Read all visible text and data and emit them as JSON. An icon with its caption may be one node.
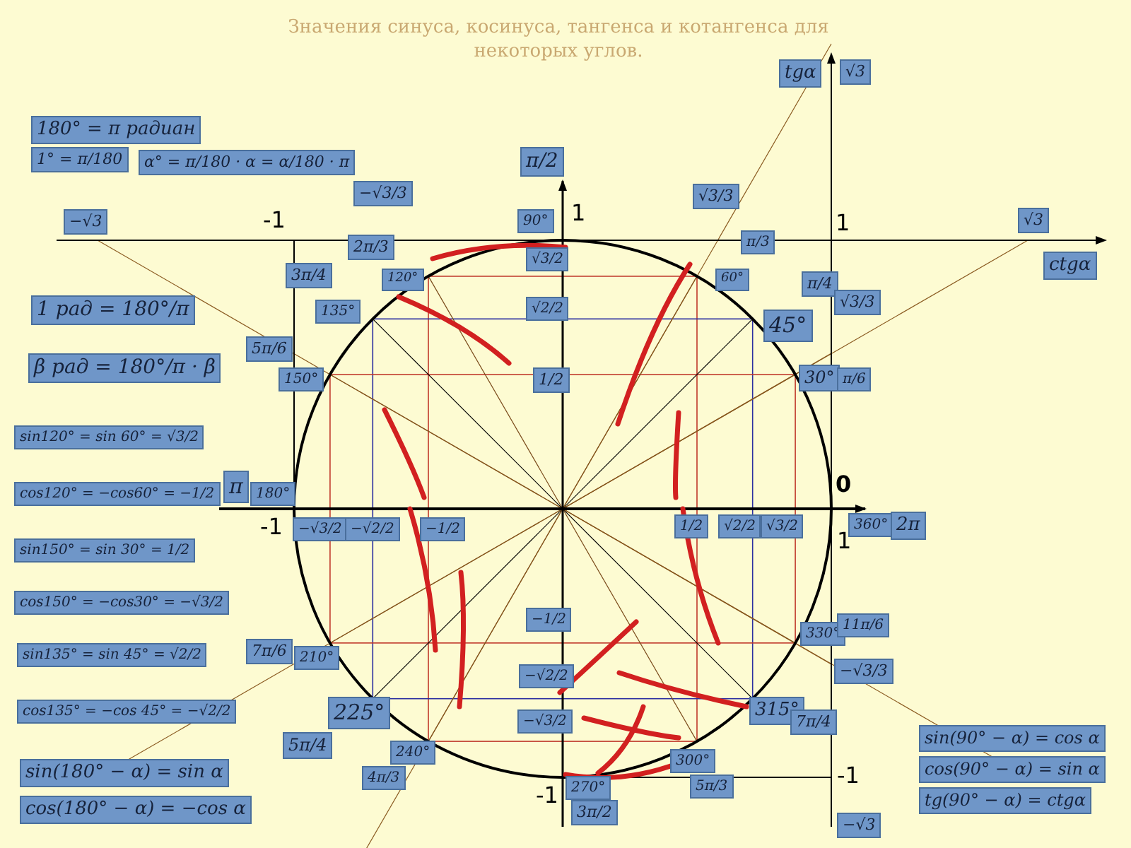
{
  "diagram": {
    "title": "Значения синуса, косинуса, тангенса и котангенса для некоторых углов.",
    "labels": [
      "180° = π   радиан",
      "1° = π/180",
      "α° = π/180 · α = α/180 · π",
      "tgα",
      "√3",
      "−√3/3",
      "π/2",
      "−√3",
      "-1",
      "90°",
      "1",
      "√3/3",
      "1",
      "√3",
      "ctgα",
      "3π/4",
      "2π/3",
      "120°",
      "√3/2",
      "π/3",
      "60°",
      "135°",
      "√2/2",
      "π/4",
      "45°",
      "√3/3",
      "1   рад = 180°/π",
      "β   рад = 180°/π · β",
      "5π/6",
      "150°",
      "1/2",
      "30°",
      "π/6",
      "sin120° = sin 60° = √3/2",
      "cos120° = −cos60° = −1/2",
      "π",
      "180°",
      "0",
      "-1",
      "−√3/2",
      "−√2/2",
      "−1/2",
      "1/2",
      "√2/2",
      "√3/2",
      "360°",
      "2π",
      "1",
      "sin150° = sin 30° = 1/2",
      "cos150° = −cos30° = −√3/2",
      "−1/2",
      "330°",
      "11π/6",
      "sin135° = sin 45° = √2/2",
      "7π/6",
      "210°",
      "−√2/2",
      "−√3/3",
      "cos135° = −cos 45° = −√2/2",
      "225°",
      "5π/4",
      "−√3/2",
      "315°",
      "7π/4",
      "sin(90° − α) = cos α",
      "cos(90° − α) = sin α",
      "tg(90° − α) = ctgα",
      "sin(180° − α) = sin α",
      "cos(180° − α) = −cos α",
      "240°",
      "4π/3",
      "300°",
      "270°",
      "5π/3",
      "3π/2",
      "-1",
      "-1",
      "−√3"
    ]
  }
}
